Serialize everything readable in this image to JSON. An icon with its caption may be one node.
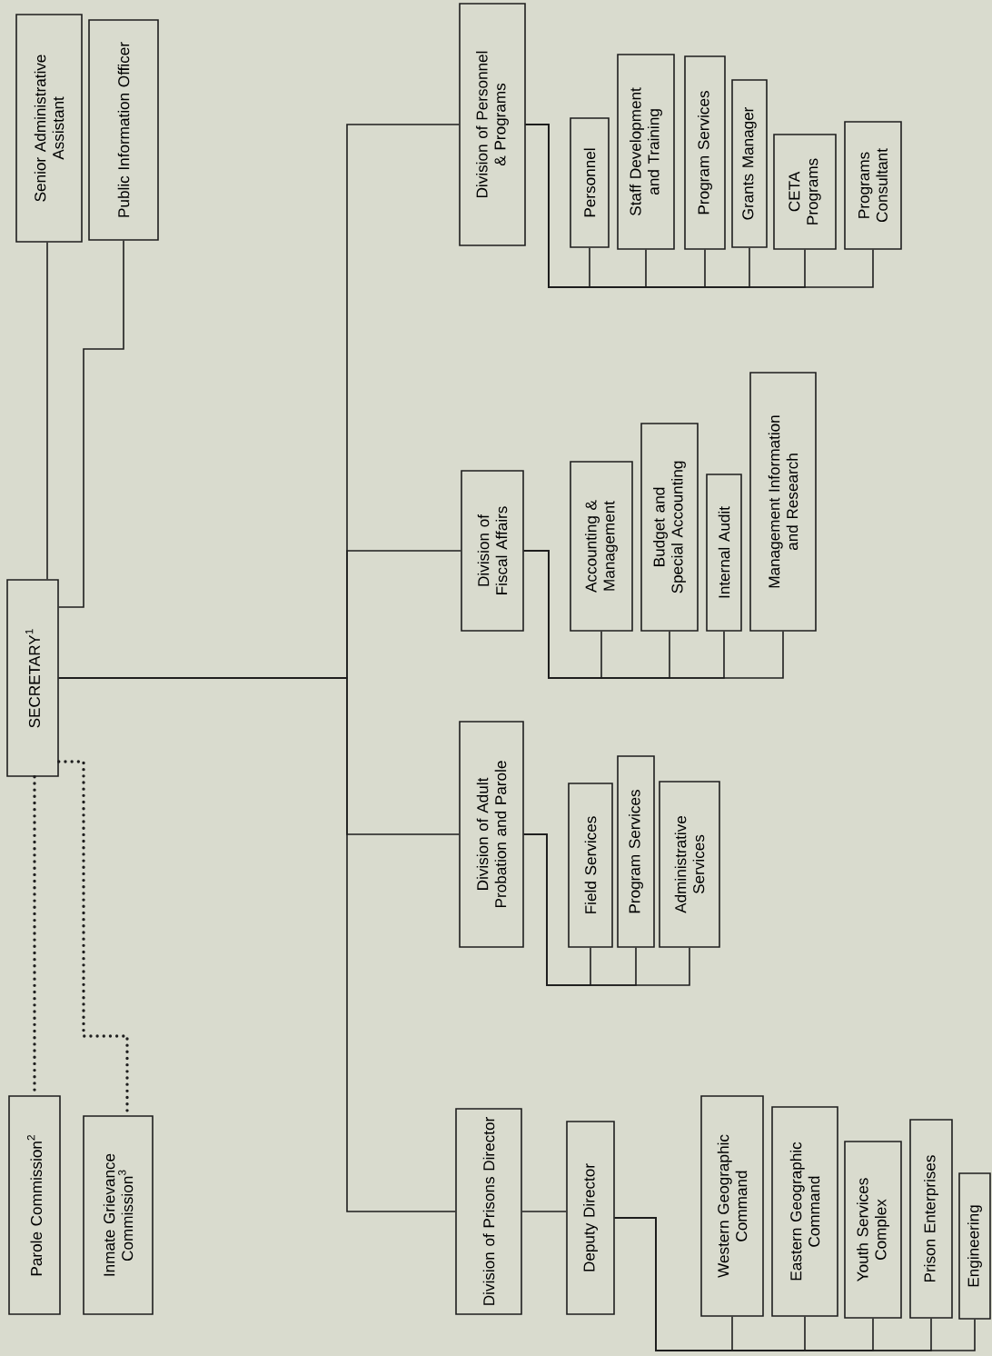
{
  "diagram": {
    "nodes": [
      {
        "text": [
          "SECRETARY$^{1}$"
        ]
      },
      {
        "text": [
          "Senior Administrative Assistant"
        ]
      },
      {
        "text": [
          "Public Information Officer"
        ]
      },
      {
        "text": [
          "Parole Commission$^{2}$"
        ]
      },
      {
        "text": [
          "Inmate Grievance Commission$^{3}$"
        ]
      },
      {
        "text": [
          "Division of Personnel & Programs"
        ]
      },
      {
        "text": [
          "Personnel"
        ]
      },
      {
        "text": [
          "Staff Development and Training"
        ]
      },
      {
        "text": [
          "Program Services"
        ]
      },
      {
        "text": [
          "Grants Manager"
        ]
      },
      {
        "text": [
          "CETA Programs"
        ]
      },
      {
        "text": [
          "Programs Consultant"
        ]
      },
      {
        "text": [
          "Division of Fiscal Affairs"
        ]
      },
      {
        "text": [
          "Accounting & Management"
        ]
      },
      {
        "text": [
          "Budget and Special Accounting"
        ]
      },
      {
        "text": [
          "Internal Audit"
        ]
      },
      {
        "text": [
          "Management Information and Research"
        ]
      },
      {
        "text": [
          "Division of Adult Probation and Parole"
        ]
      },
      {
        "text": [
          "Field Services"
        ]
      },
      {
        "text": [
          "Program Services"
        ]
      },
      {
        "text": [
          "Administrative Services"
        ]
      },
      {
        "text": [
          "Division of Prisons Director"
        ]
      },
      {
        "text": [
          "Deputy Director"
        ]
      },
      {
        "text": [
          "Western Geographic Command"
        ]
      },
      {
        "text": [
          "Eastern Geographic Command"
        ]
      },
      {
        "text": [
          "Youth Services Complex"
        ]
      },
      {
        "text": [
          "Prison Enterprises"
        ]
      },
      {
        "text": [
          "Engineering"
        ]
      }
    ],
    "edges": [
      {
        "from": 0,
        "to": 1,
        "arrow": "none"
      },
      {
        "from": 0,
        "to": 2,
        "arrow": "none"
      },
      {
        "from": 0,
        "to": 3,
        "arrow": "none",
        "style": "dashed"
      },
      {
        "from": 0,
        "to": 4,
        "arrow": "none",
        "style": "dashed"
      },
      {
        "from": 0,
        "to": 5,
        "arrow": "none"
      },
      {
        "from": 0,
        "to": 12,
        "arrow": "none"
      },
      {
        "from": 0,
        "to": 17,
        "arrow": "none"
      },
      {
        "from": 0,
        "to": 21,
        "arrow": "none"
      },
      {
        "from": 5,
        "to": 6,
        "arrow": "none"
      },
      {
        "from": 5,
        "to": 7,
        "arrow": "none"
      },
      {
        "from": 5,
        "to": 8,
        "arrow": "none"
      },
      {
        "from": 5,
        "to": 9,
        "arrow": "none"
      },
      {
        "from": 5,
        "to": 10,
        "arrow": "none"
      },
      {
        "from": 5,
        "to": 11,
        "arrow": "none"
      },
      {
        "from": 12,
        "to": 13,
        "arrow": "none"
      },
      {
        "from": 12,
        "to": 14,
        "arrow": "none"
      },
      {
        "from": 12,
        "to": 15,
        "arrow": "none"
      },
      {
        "from": 12,
        "to": 16,
        "arrow": "none"
      },
      {
        "from": 17,
        "to": 18,
        "arrow": "none"
      },
      {
        "from": 17,
        "to": 19,
        "arrow": "none"
      },
      {
        "from": 17,
        "to": 20,
        "arrow": "none"
      },
      {
        "from": 21,
        "to": 22,
        "arrow": "none"
      },
      {
        "from": 22,
        "to": 23,
        "arrow": "none"
      },
      {
        "from": 22,
        "to": 24,
        "arrow": "none"
      },
      {
        "from": 22,
        "to": 25,
        "arrow": "none"
      },
      {
        "from": 22,
        "to": 26,
        "arrow": "none"
      },
      {
        "from": 22,
        "to": 27,
        "arrow": "none"
      }
    ]
  }
}
